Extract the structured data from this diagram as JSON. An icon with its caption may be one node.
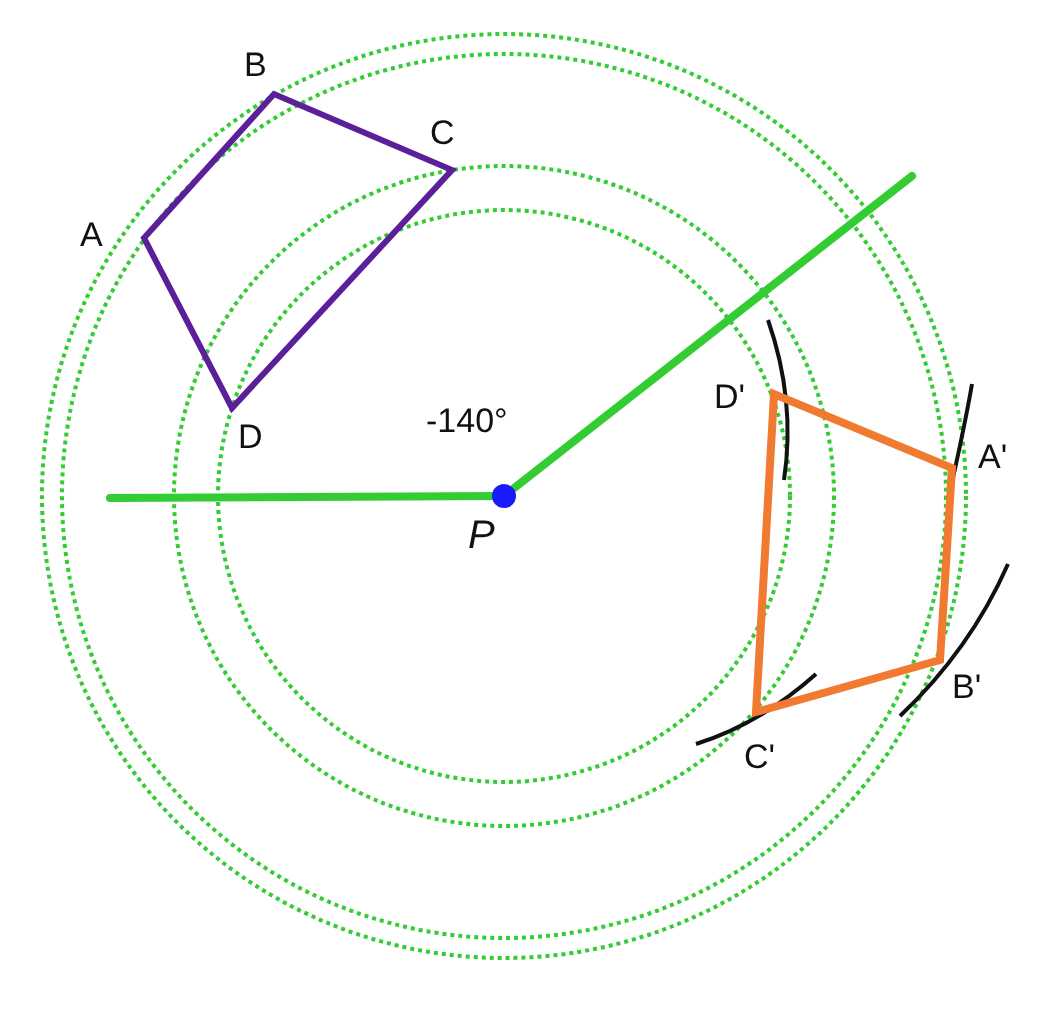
{
  "diagram": {
    "labels": [
      "B",
      "C",
      "A",
      "D",
      "D'",
      "-140°",
      "A'",
      "P",
      "B'",
      "C'"
    ]
  }
}
